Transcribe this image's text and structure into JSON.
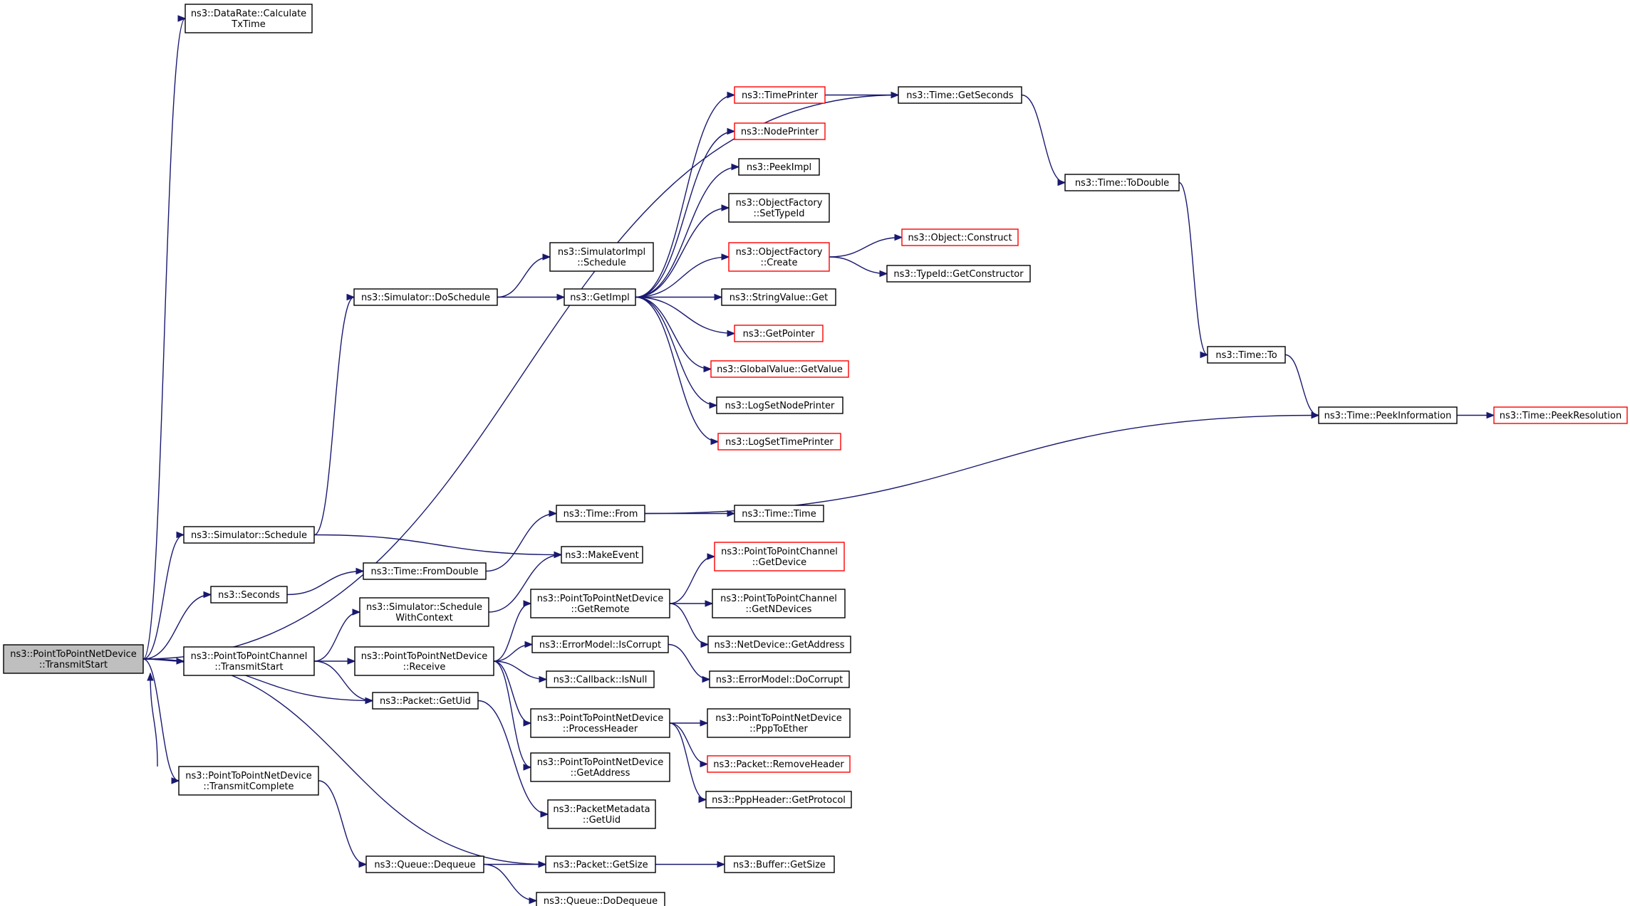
{
  "colors": {
    "edge": "#191970",
    "node_border": "#000000",
    "truncated_node_border": "#ff0000",
    "root_fill": "#bfbfbf",
    "background": "#ffffff"
  },
  "nodes": [
    {
      "id": "root",
      "lines": [
        "ns3::PointToPointNetDevice",
        "::TransmitStart"
      ],
      "style": "root"
    },
    {
      "id": "calctx",
      "lines": [
        "ns3::DataRate::Calculate",
        "TxTime"
      ],
      "style": "normal"
    },
    {
      "id": "getseconds",
      "lines": [
        "ns3::Time::GetSeconds"
      ],
      "style": "normal"
    },
    {
      "id": "todouble",
      "lines": [
        "ns3::Time::ToDouble"
      ],
      "style": "normal"
    },
    {
      "id": "timeto",
      "lines": [
        "ns3::Time::To"
      ],
      "style": "normal"
    },
    {
      "id": "peekinfo",
      "lines": [
        "ns3::Time::PeekInformation"
      ],
      "style": "normal"
    },
    {
      "id": "peekres",
      "lines": [
        "ns3::Time::PeekResolution"
      ],
      "style": "truncated"
    },
    {
      "id": "timeprinter",
      "lines": [
        "ns3::TimePrinter"
      ],
      "style": "truncated"
    },
    {
      "id": "nodeprinter",
      "lines": [
        "ns3::NodePrinter"
      ],
      "style": "truncated"
    },
    {
      "id": "peekimpl",
      "lines": [
        "ns3::PeekImpl"
      ],
      "style": "normal"
    },
    {
      "id": "ofsettypeid",
      "lines": [
        "ns3::ObjectFactory",
        "::SetTypeId"
      ],
      "style": "normal"
    },
    {
      "id": "ofcreate",
      "lines": [
        "ns3::ObjectFactory",
        "::Create"
      ],
      "style": "truncated"
    },
    {
      "id": "objconstruct",
      "lines": [
        "ns3::Object::Construct"
      ],
      "style": "truncated"
    },
    {
      "id": "getconstructor",
      "lines": [
        "ns3::TypeId::GetConstructor"
      ],
      "style": "normal"
    },
    {
      "id": "simimplschedule",
      "lines": [
        "ns3::SimulatorImpl",
        "::Schedule"
      ],
      "style": "normal"
    },
    {
      "id": "doschedule",
      "lines": [
        "ns3::Simulator::DoSchedule"
      ],
      "style": "normal"
    },
    {
      "id": "getimpl",
      "lines": [
        "ns3::GetImpl"
      ],
      "style": "normal"
    },
    {
      "id": "stringvalueget",
      "lines": [
        "ns3::StringValue::Get"
      ],
      "style": "normal"
    },
    {
      "id": "getpointer",
      "lines": [
        "ns3::GetPointer"
      ],
      "style": "truncated"
    },
    {
      "id": "globalgetvalue",
      "lines": [
        "ns3::GlobalValue::GetValue"
      ],
      "style": "truncated"
    },
    {
      "id": "logsetnode",
      "lines": [
        "ns3::LogSetNodePrinter"
      ],
      "style": "normal"
    },
    {
      "id": "logsettime",
      "lines": [
        "ns3::LogSetTimePrinter"
      ],
      "style": "truncated"
    },
    {
      "id": "timefrom",
      "lines": [
        "ns3::Time::From"
      ],
      "style": "normal"
    },
    {
      "id": "timetime",
      "lines": [
        "ns3::Time::Time"
      ],
      "style": "normal"
    },
    {
      "id": "simschedule",
      "lines": [
        "ns3::Simulator::Schedule"
      ],
      "style": "normal"
    },
    {
      "id": "makeevent",
      "lines": [
        "ns3::MakeEvent"
      ],
      "style": "normal"
    },
    {
      "id": "fromdouble",
      "lines": [
        "ns3::Time::FromDouble"
      ],
      "style": "normal"
    },
    {
      "id": "seconds",
      "lines": [
        "ns3::Seconds"
      ],
      "style": "normal"
    },
    {
      "id": "schedwithctx",
      "lines": [
        "ns3::Simulator::Schedule",
        "WithContext"
      ],
      "style": "normal"
    },
    {
      "id": "p2pchgetdevice",
      "lines": [
        "ns3::PointToPointChannel",
        "::GetDevice"
      ],
      "style": "truncated"
    },
    {
      "id": "getremote",
      "lines": [
        "ns3::PointToPointNetDevice",
        "::GetRemote"
      ],
      "style": "normal"
    },
    {
      "id": "getndevices",
      "lines": [
        "ns3::PointToPointChannel",
        "::GetNDevices"
      ],
      "style": "normal"
    },
    {
      "id": "p2pchtransmit",
      "lines": [
        "ns3::PointToPointChannel",
        "::TransmitStart"
      ],
      "style": "normal"
    },
    {
      "id": "receive",
      "lines": [
        "ns3::PointToPointNetDevice",
        "::Receive"
      ],
      "style": "normal"
    },
    {
      "id": "iscorrupt",
      "lines": [
        "ns3::ErrorModel::IsCorrupt"
      ],
      "style": "normal"
    },
    {
      "id": "netdevgetaddr",
      "lines": [
        "ns3::NetDevice::GetAddress"
      ],
      "style": "normal"
    },
    {
      "id": "cbisnull",
      "lines": [
        "ns3::Callback::IsNull"
      ],
      "style": "normal"
    },
    {
      "id": "docorrupt",
      "lines": [
        "ns3::ErrorModel::DoCorrupt"
      ],
      "style": "normal"
    },
    {
      "id": "pktgetuid",
      "lines": [
        "ns3::Packet::GetUid"
      ],
      "style": "normal"
    },
    {
      "id": "processheader",
      "lines": [
        "ns3::PointToPointNetDevice",
        "::ProcessHeader"
      ],
      "style": "normal"
    },
    {
      "id": "ppptoether",
      "lines": [
        "ns3::PointToPointNetDevice",
        "::PppToEther"
      ],
      "style": "normal"
    },
    {
      "id": "removeheader",
      "lines": [
        "ns3::Packet::RemoveHeader"
      ],
      "style": "truncated"
    },
    {
      "id": "p2pgetaddr",
      "lines": [
        "ns3::PointToPointNetDevice",
        "::GetAddress"
      ],
      "style": "normal"
    },
    {
      "id": "txcomplete",
      "lines": [
        "ns3::PointToPointNetDevice",
        "::TransmitComplete"
      ],
      "style": "normal"
    },
    {
      "id": "pppgetproto",
      "lines": [
        "ns3::PppHeader::GetProtocol"
      ],
      "style": "normal"
    },
    {
      "id": "pmgetuid",
      "lines": [
        "ns3::PacketMetadata",
        "::GetUid"
      ],
      "style": "normal"
    },
    {
      "id": "dequeue",
      "lines": [
        "ns3::Queue::Dequeue"
      ],
      "style": "normal"
    },
    {
      "id": "pktgetsize",
      "lines": [
        "ns3::Packet::GetSize"
      ],
      "style": "normal"
    },
    {
      "id": "bufgetsize",
      "lines": [
        "ns3::Buffer::GetSize"
      ],
      "style": "normal"
    },
    {
      "id": "dodequeue",
      "lines": [
        "ns3::Queue::DoDequeue"
      ],
      "style": "normal"
    }
  ],
  "edges": [
    [
      "root",
      "calctx"
    ],
    [
      "root",
      "getseconds"
    ],
    [
      "root",
      "simschedule"
    ],
    [
      "root",
      "seconds"
    ],
    [
      "root",
      "p2pchtransmit"
    ],
    [
      "root",
      "pktgetuid"
    ],
    [
      "root",
      "txcomplete"
    ],
    [
      "root",
      "pktgetsize"
    ],
    [
      "txcomplete",
      "root"
    ],
    [
      "txcomplete",
      "dequeue"
    ],
    [
      "simschedule",
      "doschedule"
    ],
    [
      "simschedule",
      "makeevent"
    ],
    [
      "doschedule",
      "simimplschedule"
    ],
    [
      "doschedule",
      "getimpl"
    ],
    [
      "getimpl",
      "timeprinter"
    ],
    [
      "getimpl",
      "nodeprinter"
    ],
    [
      "getimpl",
      "peekimpl"
    ],
    [
      "getimpl",
      "ofsettypeid"
    ],
    [
      "getimpl",
      "ofcreate"
    ],
    [
      "getimpl",
      "stringvalueget"
    ],
    [
      "getimpl",
      "getpointer"
    ],
    [
      "getimpl",
      "globalgetvalue"
    ],
    [
      "getimpl",
      "logsetnode"
    ],
    [
      "getimpl",
      "logsettime"
    ],
    [
      "timeprinter",
      "getseconds"
    ],
    [
      "getseconds",
      "todouble"
    ],
    [
      "todouble",
      "timeto"
    ],
    [
      "timeto",
      "peekinfo"
    ],
    [
      "peekinfo",
      "peekres"
    ],
    [
      "ofcreate",
      "objconstruct"
    ],
    [
      "ofcreate",
      "getconstructor"
    ],
    [
      "seconds",
      "fromdouble"
    ],
    [
      "fromdouble",
      "timefrom"
    ],
    [
      "timefrom",
      "timetime"
    ],
    [
      "timefrom",
      "peekinfo"
    ],
    [
      "p2pchtransmit",
      "schedwithctx"
    ],
    [
      "p2pchtransmit",
      "receive"
    ],
    [
      "p2pchtransmit",
      "pktgetuid"
    ],
    [
      "schedwithctx",
      "makeevent"
    ],
    [
      "receive",
      "getremote"
    ],
    [
      "receive",
      "iscorrupt"
    ],
    [
      "receive",
      "cbisnull"
    ],
    [
      "receive",
      "processheader"
    ],
    [
      "receive",
      "p2pgetaddr"
    ],
    [
      "getremote",
      "p2pchgetdevice"
    ],
    [
      "getremote",
      "getndevices"
    ],
    [
      "getremote",
      "netdevgetaddr"
    ],
    [
      "iscorrupt",
      "docorrupt"
    ],
    [
      "processheader",
      "ppptoether"
    ],
    [
      "processheader",
      "removeheader"
    ],
    [
      "processheader",
      "pppgetproto"
    ],
    [
      "pktgetuid",
      "pmgetuid"
    ],
    [
      "dequeue",
      "pktgetsize"
    ],
    [
      "dequeue",
      "dodequeue"
    ],
    [
      "pktgetsize",
      "bufgetsize"
    ]
  ]
}
